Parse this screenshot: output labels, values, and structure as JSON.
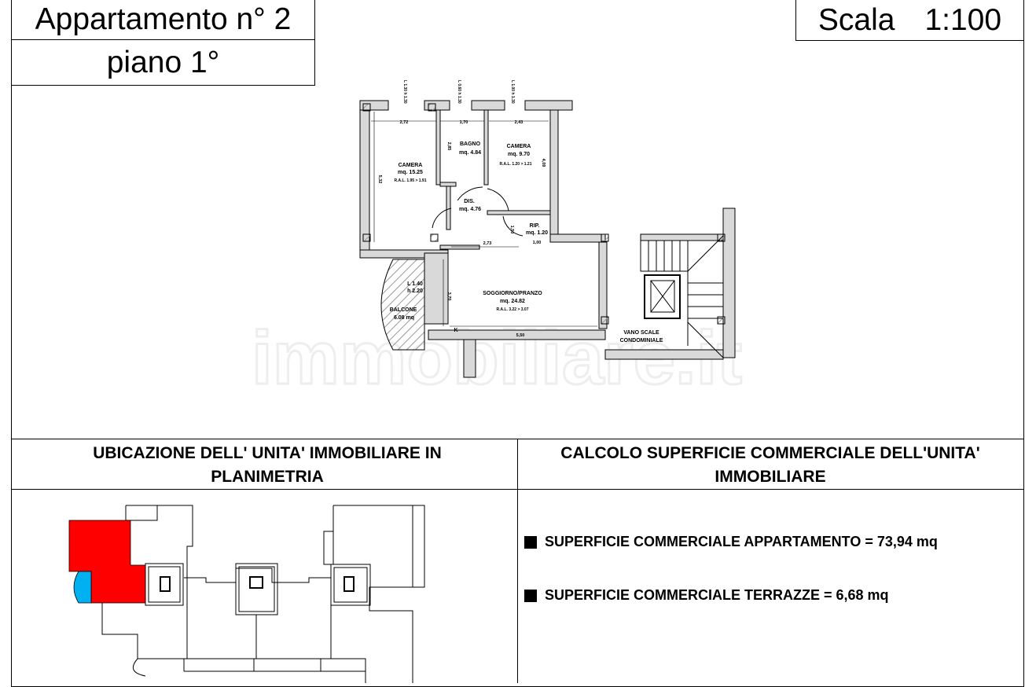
{
  "title": {
    "apartment": "Appartamento n° 2",
    "floor": "piano 1°",
    "scale_label": "Scala",
    "scale_value": "1:100"
  },
  "plan": {
    "rooms": [
      {
        "name": "CAMERA",
        "area": "mq. 15.25",
        "ral": "R.A.L. 1.95 > 1.91"
      },
      {
        "name": "BAGNO",
        "area": "mq. 4.84"
      },
      {
        "name": "CAMERA",
        "area": "mq. 9.70",
        "ral": "R.A.L. 1.20 > 1.21"
      },
      {
        "name": "DIS.",
        "area": "mq. 4.76"
      },
      {
        "name": "RIP.",
        "area": "mq. 1.20"
      },
      {
        "name": "SOGGIORNO/PRANZO",
        "area": "mq. 24.82",
        "ral": "R.A.L. 3.22 > 3.07"
      },
      {
        "name": "BALCONE",
        "area": "6.08 mq"
      },
      {
        "name": "VANO SCALE",
        "area": "CONDOMINIALE"
      }
    ],
    "dimensions": [
      "2,72",
      "1,70",
      "2,43",
      "5,32",
      "2,85",
      "4,09",
      "2,73",
      "1,50",
      "1,00",
      "3,70",
      "5,50"
    ],
    "windows": [
      "L 1.30 h 1.30",
      "L 0.60 h 1.30",
      "L 1.00 h 1.30"
    ],
    "balcony_window": {
      "width": "L 1.40",
      "height": "h 2.20"
    },
    "kitchen_mark": "K"
  },
  "watermark": "immobiliare.it",
  "sections": {
    "location_title": "UBICAZIONE DELL' UNITA' IMMOBILIARE IN PLANIMETRIA",
    "calc_title": "CALCOLO SUPERFICIE COMMERCIALE DELL'UNITA' IMMOBILIARE"
  },
  "summary": [
    "SUPERFICIE COMMERCIALE APPARTAMENTO = 73,94 mq",
    "SUPERFICIE COMMERCIALE TERRAZZE = 6,68 mq"
  ],
  "colors": {
    "unit_highlight": "#ff0000",
    "terrace_highlight": "#00b0f0",
    "wall_fill": "#d9d9d9",
    "hatch": "#bbbbbb"
  }
}
